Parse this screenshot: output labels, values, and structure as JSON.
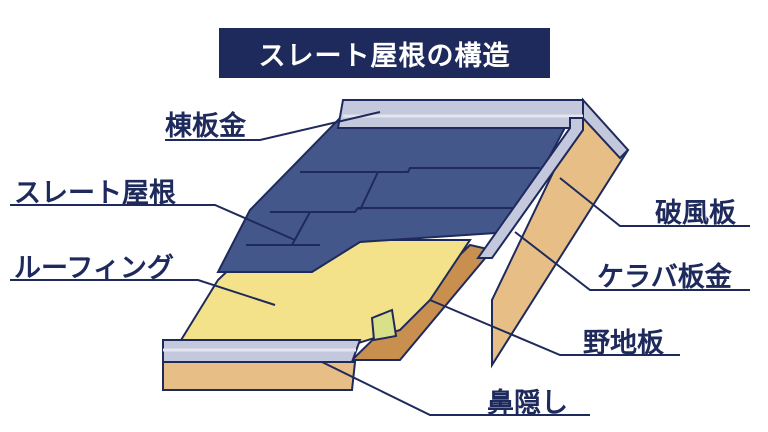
{
  "title": "スレート屋根の構造",
  "colors": {
    "navy": "#1f2a5c",
    "slate": "#44578a",
    "slate_line": "#1f2a5c",
    "roofing": "#f3e28a",
    "wood": "#e7bf86",
    "wood_dark": "#c98f4e",
    "metal": "#c4c8dd",
    "metal_light": "#e3e5f0"
  },
  "labels": {
    "ridge": "棟板金",
    "slate": "スレート屋根",
    "roofing": "ルーフィング",
    "barge_board": "破風板",
    "verge_metal": "ケラバ板金",
    "sheathing": "野地板",
    "fascia": "鼻隠し"
  }
}
